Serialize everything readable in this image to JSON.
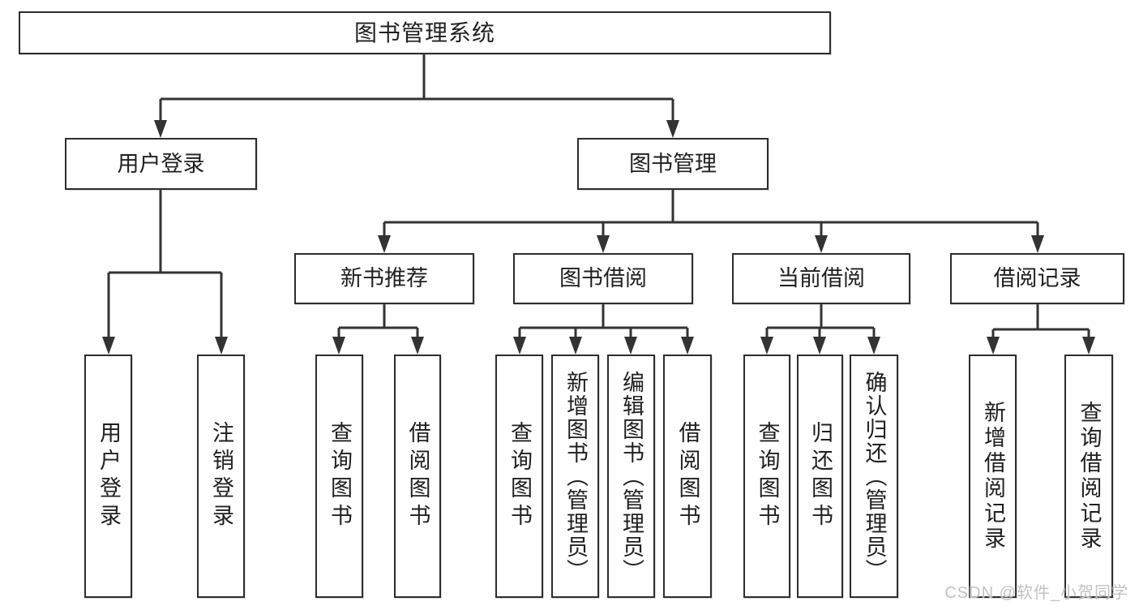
{
  "diagram": {
    "root": {
      "label": "图书管理系统"
    },
    "level2": [
      {
        "label": "用户登录"
      },
      {
        "label": "图书管理"
      }
    ],
    "level3": [
      {
        "label": "新书推荐"
      },
      {
        "label": "图书借阅"
      },
      {
        "label": "当前借阅"
      },
      {
        "label": "借阅记录"
      }
    ],
    "leaves": [
      {
        "label": "用户登录"
      },
      {
        "label": "注销登录"
      },
      {
        "label": "查询图书"
      },
      {
        "label": "借阅图书"
      },
      {
        "label": "查询图书"
      },
      {
        "label": "新增图书（管理员）"
      },
      {
        "label": "编辑图书（管理员）"
      },
      {
        "label": "借阅图书"
      },
      {
        "label": "查询图书"
      },
      {
        "label": "归还图书"
      },
      {
        "label": "确认归还（管理员）"
      },
      {
        "label": "新增借阅记录"
      },
      {
        "label": "查询借阅记录"
      }
    ],
    "watermark": "CSDN @软件_小贺同学",
    "colors": {
      "line": "#333333",
      "box_border": "#2d2d2d",
      "box_fill": "#ffffff",
      "text": "#1f1f1f",
      "watermark": "#c2c2c2",
      "background": "#ffffff"
    }
  }
}
